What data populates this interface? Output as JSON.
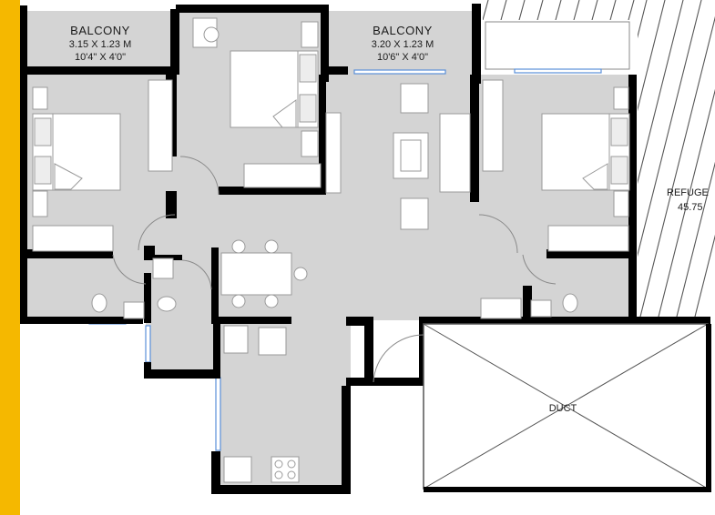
{
  "rooms": {
    "balcony_left": {
      "name": "BALCONY",
      "metric": "3.15 X 1.23 M",
      "imperial": "10'4\" X 4'0\""
    },
    "balcony_right": {
      "name": "BALCONY",
      "metric": "3.20 X 1.23 M",
      "imperial": "10'6\" X 4'0\""
    },
    "refuge": {
      "name": "REFUGE",
      "area": "45.75"
    },
    "duct": {
      "name": "DUCT"
    }
  },
  "colors": {
    "accent_bar": "#f5b800",
    "floor": "#d4d4d4",
    "wall": "#000000",
    "window": "#5a8fd8"
  }
}
